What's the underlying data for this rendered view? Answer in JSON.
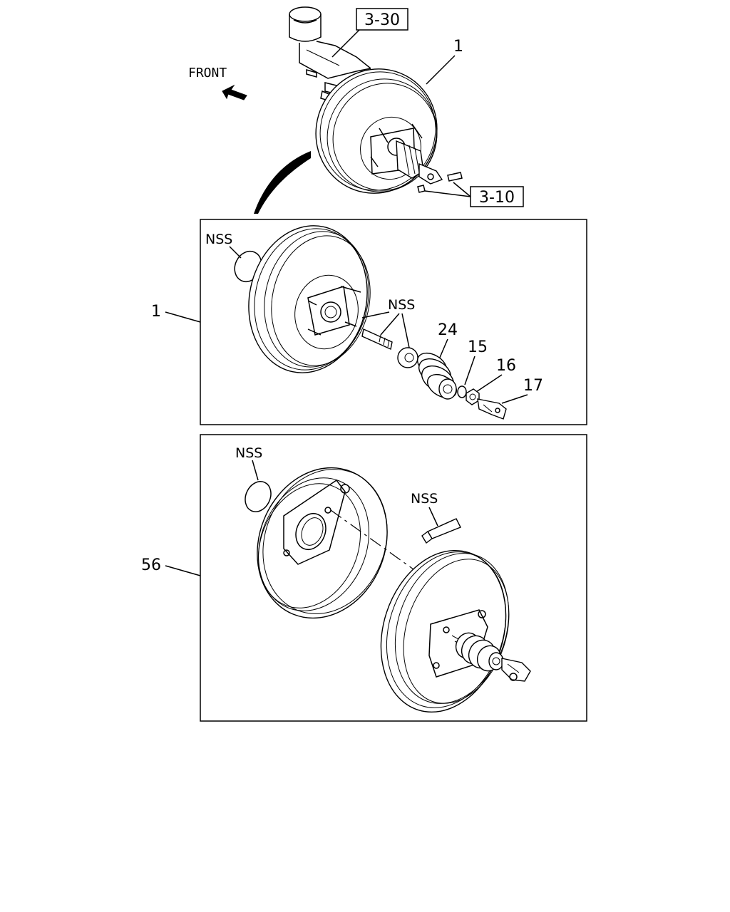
{
  "header": {
    "front_label": "FRONT",
    "ref_top": "3-30",
    "ref_bottom": "3-10",
    "item_top": "1"
  },
  "panel_upper": {
    "item_label": "1",
    "nss_ring": "NSS",
    "nss_kit": "NSS",
    "callouts": [
      "24",
      "15",
      "16",
      "17"
    ]
  },
  "panel_lower": {
    "item_label": "56",
    "nss_ring": "NSS",
    "nss_tube": "NSS"
  },
  "colors": {
    "line": "#000000",
    "background": "#ffffff"
  },
  "icons": {
    "front_arrow": "arrow-left-icon"
  }
}
